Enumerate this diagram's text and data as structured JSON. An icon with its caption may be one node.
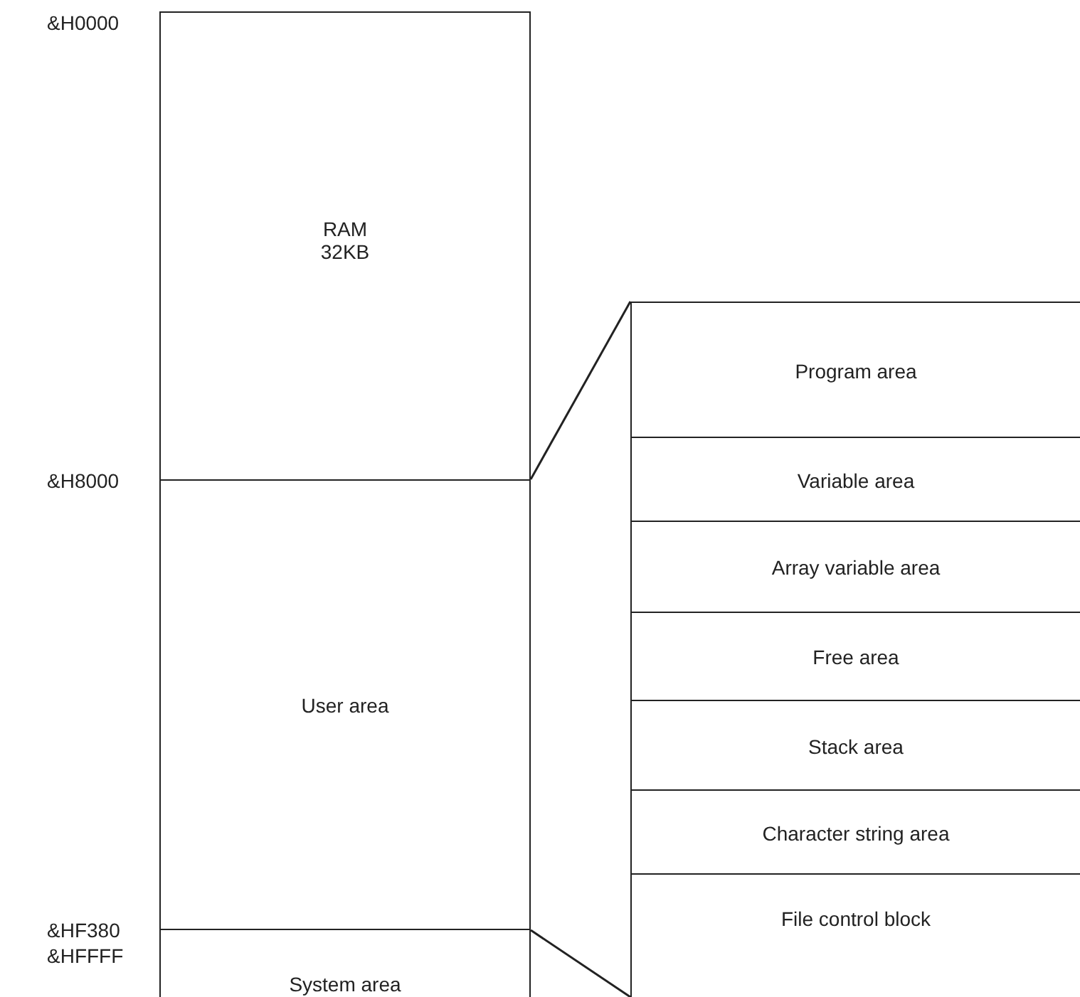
{
  "diagram": {
    "nodes": [
      {
        "text": [
          "RAM 32KB"
        ]
      },
      {
        "text": [
          "User area"
        ]
      },
      {
        "text": [
          "System area"
        ]
      },
      {
        "text": [
          "Program area"
        ]
      },
      {
        "text": [
          "Variable area"
        ]
      },
      {
        "text": [
          "Array variable area"
        ]
      },
      {
        "text": [
          "Free area"
        ]
      },
      {
        "text": [
          "Stack area"
        ]
      },
      {
        "text": [
          "Character string area"
        ]
      },
      {
        "text": [
          "File control block"
        ]
      }
    ],
    "edges": [
      {
        "from": 1,
        "to": 3,
        "arrow": "none"
      },
      {
        "from": 1,
        "to": 9,
        "arrow": "none"
      }
    ],
    "labels": [
      "&H0000",
      "&H8000",
      "&HF380",
      "&HFFFF"
    ]
  }
}
